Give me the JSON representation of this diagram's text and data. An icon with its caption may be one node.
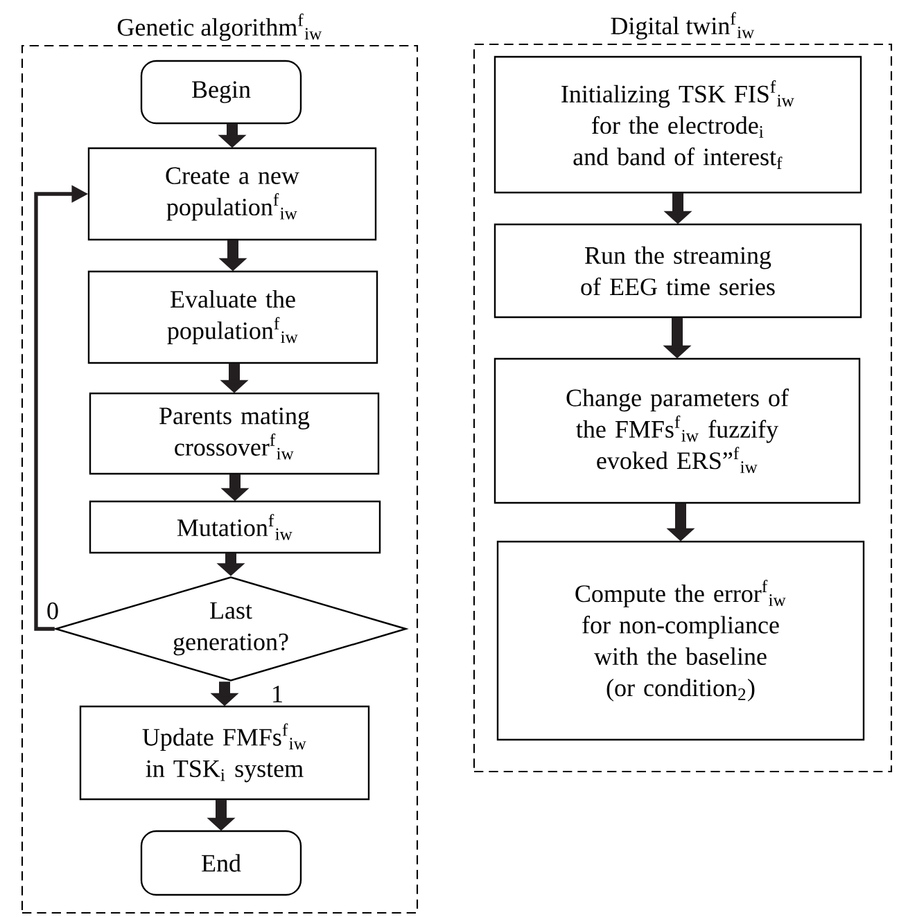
{
  "diagram": {
    "nodes": [
      {
        "text": [
          "Genetic algorithm$^{f}$$_{iw}$"
        ]
      },
      {
        "text": [
          "Begin"
        ],
        "in": 0
      },
      {
        "text": [
          "Create a new population$^{f}$$_{iw}$"
        ],
        "in": 0
      },
      {
        "text": [
          "Evaluate the population$^{f}$$_{iw}$"
        ],
        "in": 0
      },
      {
        "text": [
          "Parents mating crossover$^{f}$$_{iw}$"
        ],
        "in": 0
      },
      {
        "text": [
          "Mutation$^{f}$$_{iw}$"
        ],
        "in": 0
      },
      {
        "text": [
          "Last generation?"
        ],
        "in": 0
      },
      {
        "text": [
          "Update FMFs$^{f}$$_{iw}$ in TSK$_{i}$ system"
        ],
        "in": 0
      },
      {
        "text": [
          "End"
        ],
        "in": 0
      },
      {
        "text": [
          "Digital twin$^{f}$$_{iw}$"
        ]
      },
      {
        "text": [
          "Initializing TSK FIS$^{f}$$_{iw}$ for the electrode$_{i}$ and band of interest$_{f}$"
        ],
        "in": 9
      },
      {
        "text": [
          "Run the streaming of EEG time series"
        ],
        "in": 9
      },
      {
        "text": [
          "Change parameters of the FMFs$^{f}$$_{iw}$ fuzzify evoked ERS”$^{f}$$_{iw}$"
        ],
        "in": 9
      },
      {
        "text": [
          "Compute the error$^{f}$$_{iw}$ for non-compliance with the baseline (or condition$_{2}$)"
        ],
        "in": 9
      }
    ],
    "edges": [
      {
        "from": 1,
        "to": 2,
        "arrow": "to"
      },
      {
        "from": 2,
        "to": 3,
        "arrow": "to"
      },
      {
        "from": 3,
        "to": 4,
        "arrow": "to"
      },
      {
        "from": 4,
        "to": 5,
        "arrow": "to"
      },
      {
        "from": 5,
        "to": 6,
        "arrow": "to"
      },
      {
        "from": 6,
        "to": 7,
        "arrow": "to",
        "label": "1"
      },
      {
        "from": 6,
        "to": 2,
        "arrow": "to",
        "label": "0"
      },
      {
        "from": 7,
        "to": 8,
        "arrow": "to"
      },
      {
        "from": 10,
        "to": 11,
        "arrow": "to"
      },
      {
        "from": 11,
        "to": 12,
        "arrow": "to"
      },
      {
        "from": 12,
        "to": 13,
        "arrow": "to"
      }
    ]
  }
}
